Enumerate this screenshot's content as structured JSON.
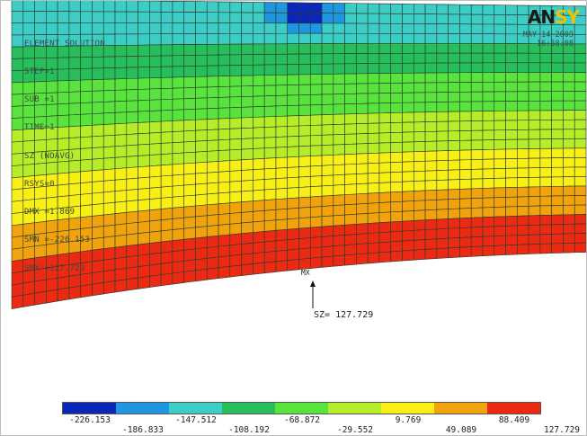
{
  "info_lines": [
    "ELEMENT SOLUTION",
    "STEP=1",
    "SUB =1",
    "TIME=1",
    "SZ (NOAVG)",
    "RSYS=0",
    "DMX =1.869",
    "SMN =-226.153",
    "SMX =127.729"
  ],
  "logo": {
    "part1": "AN",
    "part2": "SY"
  },
  "datetime": {
    "date": "MAY 14 2009",
    "time": "16:58:08"
  },
  "max_marker": "MX",
  "probe": {
    "label": "SZ=",
    "value": "127.729"
  },
  "legend": {
    "colors": [
      "#0a27b8",
      "#1e96e0",
      "#3ccdc6",
      "#27be5c",
      "#58e43c",
      "#b6ec28",
      "#f8ef16",
      "#f0a30c",
      "#ec2a14"
    ],
    "values_lower": [
      "-226.153",
      "-147.512",
      "-68.872",
      "9.769",
      "88.409"
    ],
    "values_upper": [
      "-186.833",
      "-108.192",
      "-29.552",
      "49.089",
      "127.729"
    ]
  }
}
